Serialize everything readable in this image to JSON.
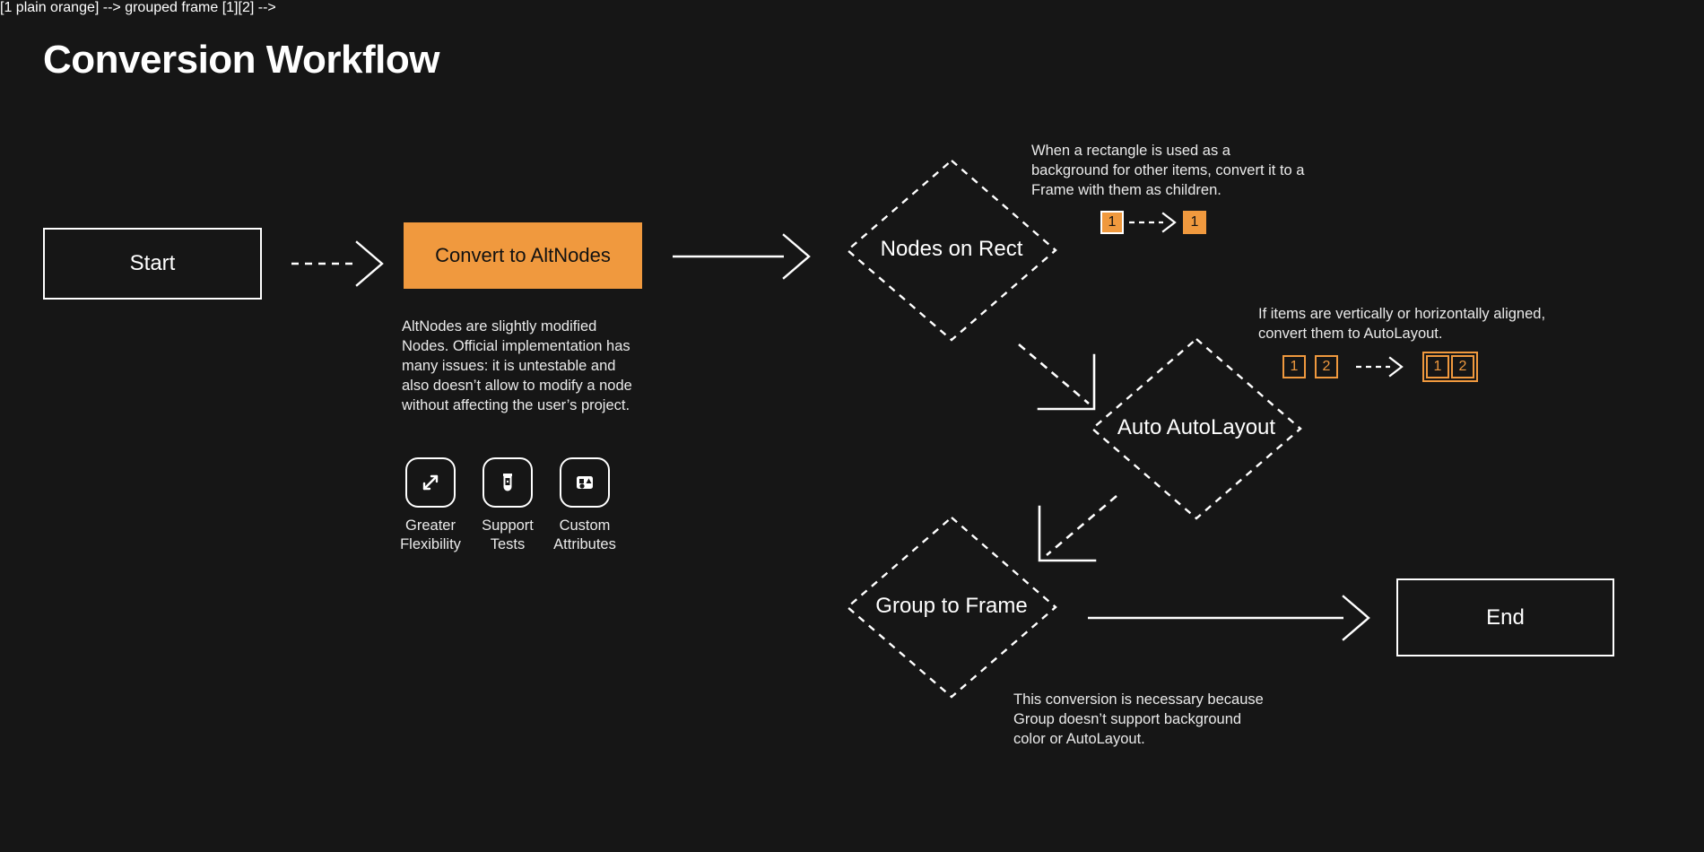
{
  "page": {
    "title": "Conversion Workflow",
    "background_color": "#161616",
    "accent_color": "#f0993e",
    "stroke_color": "#ffffff"
  },
  "nodes": {
    "start": {
      "label": "Start"
    },
    "convert": {
      "label": "Convert to AltNodes"
    },
    "end": {
      "label": "End"
    },
    "nodes_on_rect": {
      "label": "Nodes on Rect"
    },
    "auto_autolayout": {
      "label": "Auto AutoLayout"
    },
    "group_to_frame": {
      "label": "Group to Frame"
    }
  },
  "descriptions": {
    "altnodes": "AltNodes are slightly modified Nodes. Official implementation has many issues: it is untestable and also doesn’t allow to modify a node without affecting the user’s project.",
    "nodes_on_rect_note": "When a rectangle is used as a background for other items, convert it to a Frame with them as children.",
    "auto_autolayout_note": "If items are vertically or horizontally aligned, convert them to AutoLayout.",
    "group_to_frame_note": "This conversion is necessary because Group doesn’t support background color or AutoLayout."
  },
  "badges": {
    "nodes_on_rect": {
      "before": [
        "1"
      ],
      "after": [
        "1"
      ],
      "before_style": "filled-outlined",
      "after_style": "filled"
    },
    "auto_autolayout": {
      "before": [
        "1",
        "2"
      ],
      "after": [
        "1",
        "2"
      ],
      "before_style": "outline-separate",
      "after_style": "outline-grouped"
    }
  },
  "features": [
    {
      "icon": "expand-arrows-icon",
      "label": "Greater\nFlexibility"
    },
    {
      "icon": "test-tube-icon",
      "label": "Support\nTests"
    },
    {
      "icon": "shapes-in-square-icon",
      "label": "Custom\nAttributes"
    }
  ],
  "connectors": [
    {
      "name": "start-to-convert",
      "style": "dashed",
      "direction": "right"
    },
    {
      "name": "convert-to-nodes-on-rect",
      "style": "solid",
      "direction": "right"
    },
    {
      "name": "nodes-on-rect-to-auto-autolayout",
      "style": "dashed",
      "direction": "down-right"
    },
    {
      "name": "auto-autolayout-to-group-to-frame",
      "style": "dashed",
      "direction": "down-left"
    },
    {
      "name": "group-to-frame-to-end",
      "style": "solid",
      "direction": "right"
    }
  ]
}
